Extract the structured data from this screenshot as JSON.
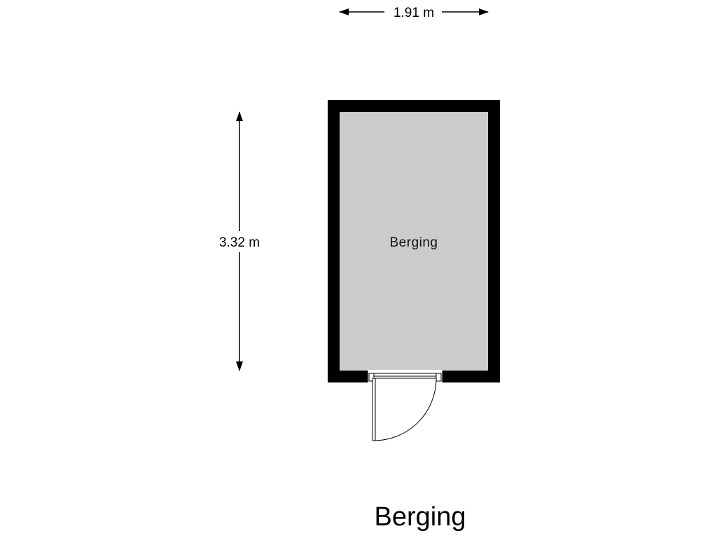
{
  "plan": {
    "title": "Berging",
    "rooms": [
      {
        "label": "Berging"
      }
    ],
    "dimensions": {
      "width": "1.91 m",
      "depth": "3.32 m"
    },
    "colors": {
      "wall": "#000000",
      "floor": "#cccccc",
      "background": "#ffffff"
    }
  }
}
